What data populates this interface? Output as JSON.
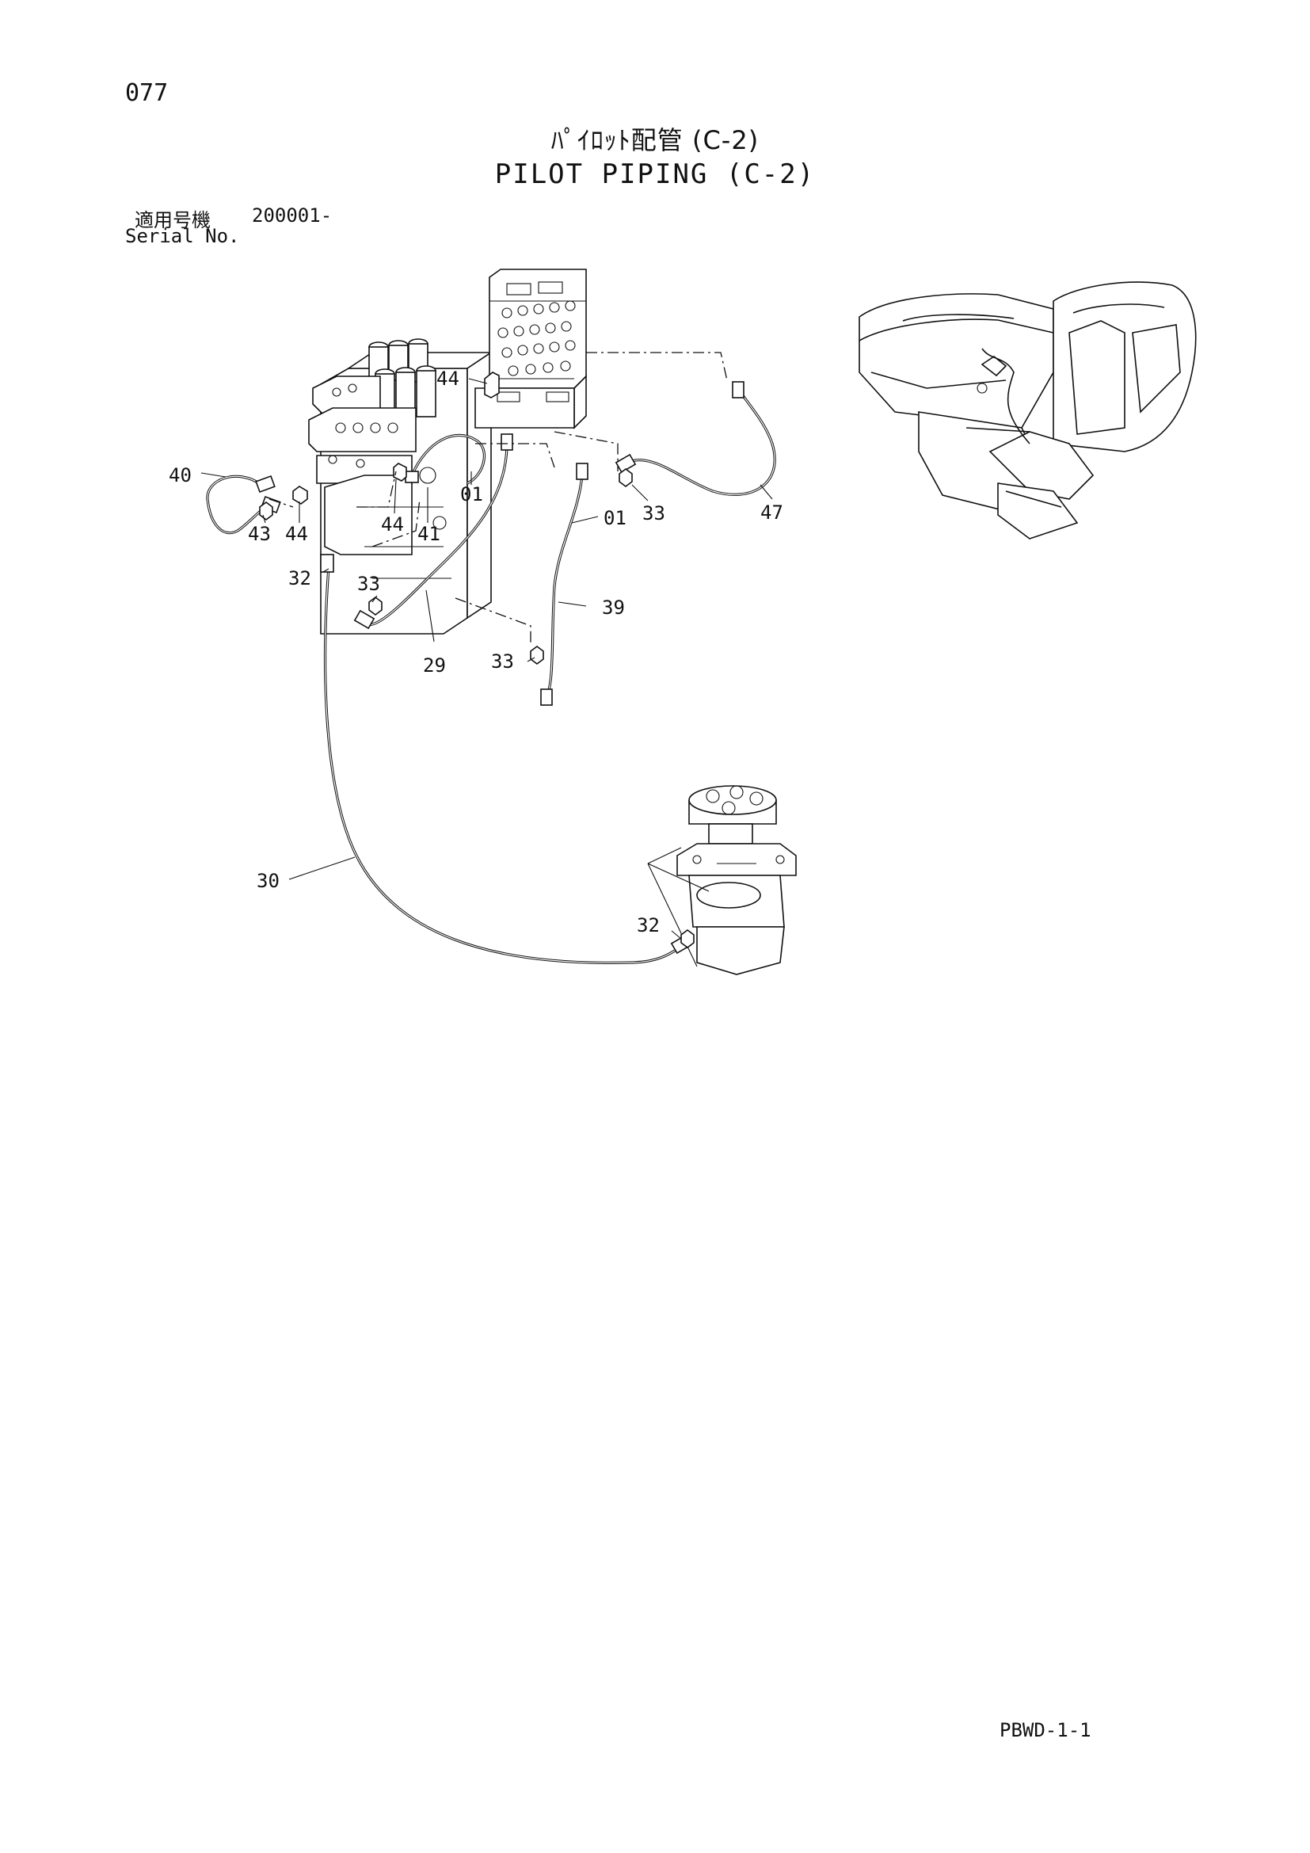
{
  "header": {
    "page_number": "077",
    "title_jp": "ﾊﾟｲﾛｯﾄ配管 (C-2)",
    "title_en": "PILOT PIPING (C-2)",
    "serial_label_jp": "適用号機",
    "serial_value": "200001-",
    "serial_label_en": "Serial No."
  },
  "footer": {
    "doc_code": "PBWD-1-1"
  },
  "diagram": {
    "callouts": [
      "44",
      "40",
      "43",
      "44",
      "44",
      "41",
      "01",
      "01",
      "33",
      "47",
      "32",
      "33",
      "39",
      "29",
      "33",
      "30",
      "32"
    ],
    "icons": [
      "control-valve-block",
      "pilot-valve-block",
      "swing-motor",
      "excavator-locator-icon",
      "hose-fittings"
    ]
  }
}
